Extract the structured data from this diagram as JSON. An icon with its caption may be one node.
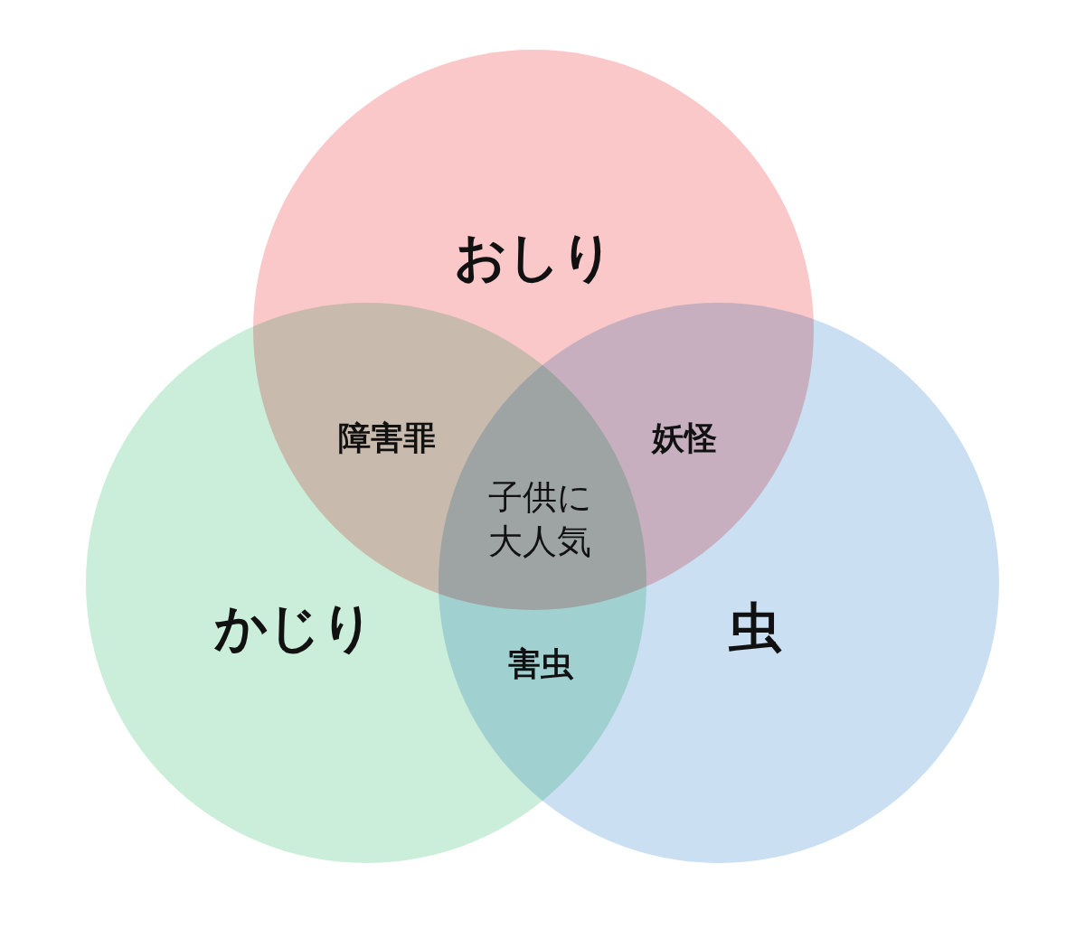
{
  "diagram": {
    "nodes": [
      {
        "text": [
          "おしり"
        ]
      },
      {
        "text": [
          "かじり"
        ]
      },
      {
        "text": [
          "虫"
        ]
      }
    ],
    "labels": [
      "障害罪",
      "妖怪",
      "子供に大人気",
      "害虫"
    ]
  }
}
